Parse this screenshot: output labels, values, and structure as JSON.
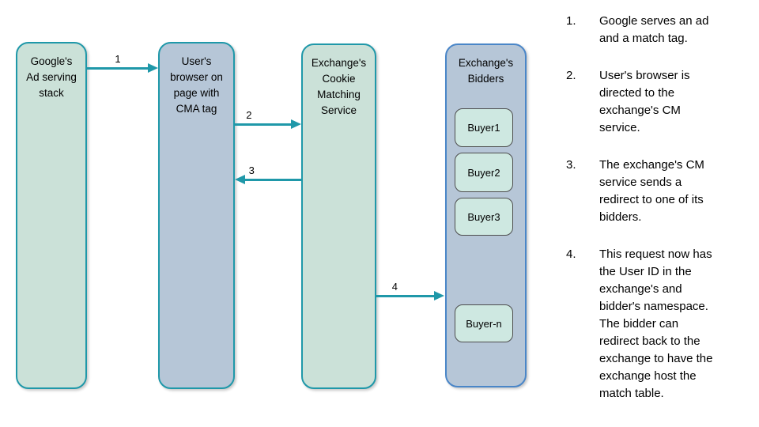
{
  "colors": {
    "teal": "#1f98a9",
    "green-fill": "#cbe1d8",
    "blue-fill": "#b6c6d7",
    "blue-border": "#4a86c8",
    "buyer-fill": "#cee8e1",
    "buyer-border": "#4d4d4d",
    "text": "#000000"
  },
  "diagram": {
    "nodes": [
      {
        "label": "Google's\nAd serving\nstack"
      },
      {
        "label": "User's\nbrowser on\npage with\nCMA tag"
      },
      {
        "label": "Exchange's\nCookie\nMatching\nService"
      },
      {
        "label": "Exchange's\nBidders"
      }
    ],
    "buyers": [
      "Buyer1",
      "Buyer2",
      "Buyer3",
      "Buyer-n"
    ],
    "arrows": [
      {
        "label": "1"
      },
      {
        "label": "2"
      },
      {
        "label": "3"
      },
      {
        "label": "4"
      }
    ]
  },
  "steps": [
    {
      "num": "1.",
      "text": "Google serves an ad\nand a match tag."
    },
    {
      "num": "2.",
      "text": "User's browser is\ndirected to the\nexchange's CM\nservice."
    },
    {
      "num": "3.",
      "text": "The exchange's CM\nservice sends a\nredirect to one of its\nbidders."
    },
    {
      "num": "4.",
      "text": "This request now has\nthe User ID in the\nexchange's and\nbidder's namespace.\nThe bidder can\nredirect back to the\nexchange to have the\nexchange host the\nmatch table."
    }
  ]
}
